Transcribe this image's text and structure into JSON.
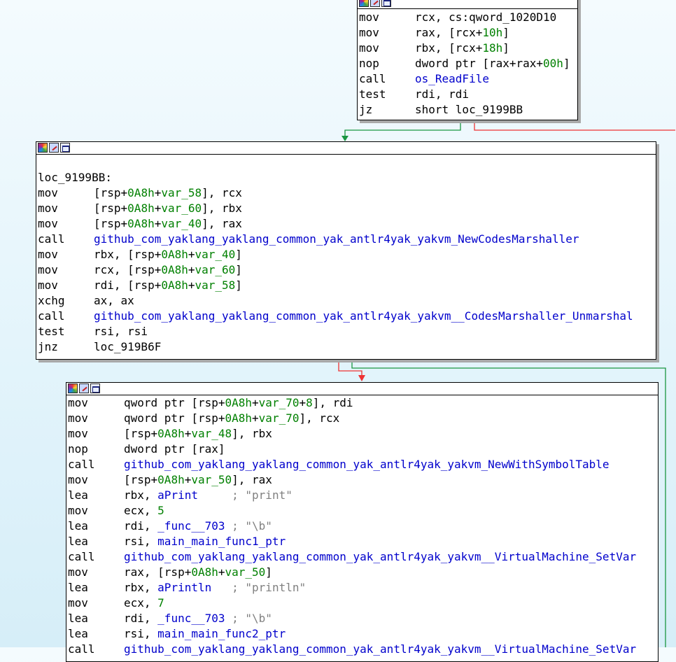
{
  "colors": {
    "mnemonic": "#000000",
    "symbol": "#0000cc",
    "number": "#008000",
    "variable": "#008000",
    "comment": "#808080",
    "edge_true": "#1a9641",
    "edge_false": "#ee3333"
  },
  "titlebar_icons": [
    "color-palette-icon",
    "edit-block-icon",
    "graph-view-icon"
  ],
  "blocks": [
    {
      "id": "block-top",
      "lines": [
        {
          "mn": "mov",
          "tokens": [
            {
              "t": "rcx, "
            },
            {
              "t": "cs:"
            },
            {
              "t": "qword_1020D10"
            }
          ]
        },
        {
          "mn": "mov",
          "tokens": [
            {
              "t": "rax, [rcx+"
            },
            {
              "t": "10h",
              "c": "num"
            },
            {
              "t": "]"
            }
          ]
        },
        {
          "mn": "mov",
          "tokens": [
            {
              "t": "rbx, [rcx+"
            },
            {
              "t": "18h",
              "c": "num"
            },
            {
              "t": "]"
            }
          ]
        },
        {
          "mn": "nop",
          "tokens": [
            {
              "t": "dword ptr [rax+rax+"
            },
            {
              "t": "00h",
              "c": "num"
            },
            {
              "t": "]"
            }
          ]
        },
        {
          "mn": "call",
          "tokens": [
            {
              "t": "os_ReadFile",
              "c": "sym"
            }
          ]
        },
        {
          "mn": "test",
          "tokens": [
            {
              "t": "rdi, rdi"
            }
          ]
        },
        {
          "mn": "jz",
          "tokens": [
            {
              "t": "short loc_9199BB"
            }
          ]
        }
      ]
    },
    {
      "id": "block-loc-9199bb",
      "lines": [
        {
          "blank": true
        },
        {
          "label": "loc_9199BB:"
        },
        {
          "mn": "mov",
          "tokens": [
            {
              "t": "[rsp+"
            },
            {
              "t": "0A8h",
              "c": "num"
            },
            {
              "t": "+"
            },
            {
              "t": "var_58",
              "c": "var"
            },
            {
              "t": "], rcx"
            }
          ]
        },
        {
          "mn": "mov",
          "tokens": [
            {
              "t": "[rsp+"
            },
            {
              "t": "0A8h",
              "c": "num"
            },
            {
              "t": "+"
            },
            {
              "t": "var_60",
              "c": "var"
            },
            {
              "t": "], rbx"
            }
          ]
        },
        {
          "mn": "mov",
          "tokens": [
            {
              "t": "[rsp+"
            },
            {
              "t": "0A8h",
              "c": "num"
            },
            {
              "t": "+"
            },
            {
              "t": "var_40",
              "c": "var"
            },
            {
              "t": "], rax"
            }
          ]
        },
        {
          "mn": "call",
          "tokens": [
            {
              "t": "github_com_yaklang_yaklang_common_yak_antlr4yak_yakvm_NewCodesMarshaller",
              "c": "sym"
            }
          ]
        },
        {
          "mn": "mov",
          "tokens": [
            {
              "t": "rbx, [rsp+"
            },
            {
              "t": "0A8h",
              "c": "num"
            },
            {
              "t": "+"
            },
            {
              "t": "var_40",
              "c": "var"
            },
            {
              "t": "]"
            }
          ]
        },
        {
          "mn": "mov",
          "tokens": [
            {
              "t": "rcx, [rsp+"
            },
            {
              "t": "0A8h",
              "c": "num"
            },
            {
              "t": "+"
            },
            {
              "t": "var_60",
              "c": "var"
            },
            {
              "t": "]"
            }
          ]
        },
        {
          "mn": "mov",
          "tokens": [
            {
              "t": "rdi, [rsp+"
            },
            {
              "t": "0A8h",
              "c": "num"
            },
            {
              "t": "+"
            },
            {
              "t": "var_58",
              "c": "var"
            },
            {
              "t": "]"
            }
          ]
        },
        {
          "mn": "xchg",
          "tokens": [
            {
              "t": "ax, ax"
            }
          ]
        },
        {
          "mn": "call",
          "tokens": [
            {
              "t": "github_com_yaklang_yaklang_common_yak_antlr4yak_yakvm__CodesMarshaller_Unmarshal",
              "c": "sym"
            }
          ]
        },
        {
          "mn": "test",
          "tokens": [
            {
              "t": "rsi, rsi"
            }
          ]
        },
        {
          "mn": "jnz",
          "tokens": [
            {
              "t": "loc_919B6F"
            }
          ]
        }
      ]
    },
    {
      "id": "block-third",
      "lines": [
        {
          "mn": "mov",
          "tokens": [
            {
              "t": "qword ptr [rsp+"
            },
            {
              "t": "0A8h",
              "c": "num"
            },
            {
              "t": "+"
            },
            {
              "t": "var_70",
              "c": "var"
            },
            {
              "t": "+"
            },
            {
              "t": "8",
              "c": "num"
            },
            {
              "t": "], rdi"
            }
          ]
        },
        {
          "mn": "mov",
          "tokens": [
            {
              "t": "qword ptr [rsp+"
            },
            {
              "t": "0A8h",
              "c": "num"
            },
            {
              "t": "+"
            },
            {
              "t": "var_70",
              "c": "var"
            },
            {
              "t": "], rcx"
            }
          ]
        },
        {
          "mn": "mov",
          "tokens": [
            {
              "t": "[rsp+"
            },
            {
              "t": "0A8h",
              "c": "num"
            },
            {
              "t": "+"
            },
            {
              "t": "var_48",
              "c": "var"
            },
            {
              "t": "], rbx"
            }
          ]
        },
        {
          "mn": "nop",
          "tokens": [
            {
              "t": "dword ptr [rax]"
            }
          ]
        },
        {
          "mn": "call",
          "tokens": [
            {
              "t": "github_com_yaklang_yaklang_common_yak_antlr4yak_yakvm_NewWithSymbolTable",
              "c": "sym"
            }
          ]
        },
        {
          "mn": "mov",
          "tokens": [
            {
              "t": "[rsp+"
            },
            {
              "t": "0A8h",
              "c": "num"
            },
            {
              "t": "+"
            },
            {
              "t": "var_50",
              "c": "var"
            },
            {
              "t": "], rax"
            }
          ]
        },
        {
          "mn": "lea",
          "tokens": [
            {
              "t": "rbx, "
            },
            {
              "t": "aPrint",
              "c": "sym"
            },
            {
              "t": "     "
            },
            {
              "t": "; \"print\"",
              "c": "cmt"
            }
          ]
        },
        {
          "mn": "mov",
          "tokens": [
            {
              "t": "ecx, "
            },
            {
              "t": "5",
              "c": "num"
            }
          ]
        },
        {
          "mn": "lea",
          "tokens": [
            {
              "t": "rdi, "
            },
            {
              "t": "_func__703",
              "c": "sym"
            },
            {
              "t": " "
            },
            {
              "t": "; \"\\b\"",
              "c": "cmt"
            }
          ]
        },
        {
          "mn": "lea",
          "tokens": [
            {
              "t": "rsi, "
            },
            {
              "t": "main_main_func1_ptr",
              "c": "sym"
            }
          ]
        },
        {
          "mn": "call",
          "tokens": [
            {
              "t": "github_com_yaklang_yaklang_common_yak_antlr4yak_yakvm__VirtualMachine_SetVar",
              "c": "sym"
            }
          ]
        },
        {
          "mn": "mov",
          "tokens": [
            {
              "t": "rax, [rsp+"
            },
            {
              "t": "0A8h",
              "c": "num"
            },
            {
              "t": "+"
            },
            {
              "t": "var_50",
              "c": "var"
            },
            {
              "t": "]"
            }
          ]
        },
        {
          "mn": "lea",
          "tokens": [
            {
              "t": "rbx, "
            },
            {
              "t": "aPrintln",
              "c": "sym"
            },
            {
              "t": "   "
            },
            {
              "t": "; \"println\"",
              "c": "cmt"
            }
          ]
        },
        {
          "mn": "mov",
          "tokens": [
            {
              "t": "ecx, "
            },
            {
              "t": "7",
              "c": "num"
            }
          ]
        },
        {
          "mn": "lea",
          "tokens": [
            {
              "t": "rdi, "
            },
            {
              "t": "_func__703",
              "c": "sym"
            },
            {
              "t": " "
            },
            {
              "t": "; \"\\b\"",
              "c": "cmt"
            }
          ]
        },
        {
          "mn": "lea",
          "tokens": [
            {
              "t": "rsi, "
            },
            {
              "t": "main_main_func2_ptr",
              "c": "sym"
            }
          ]
        },
        {
          "mn": "call",
          "tokens": [
            {
              "t": "github_com_yaklang_yaklang_common_yak_antlr4yak_yakvm__VirtualMachine_SetVar",
              "c": "sym"
            }
          ]
        }
      ]
    }
  ]
}
